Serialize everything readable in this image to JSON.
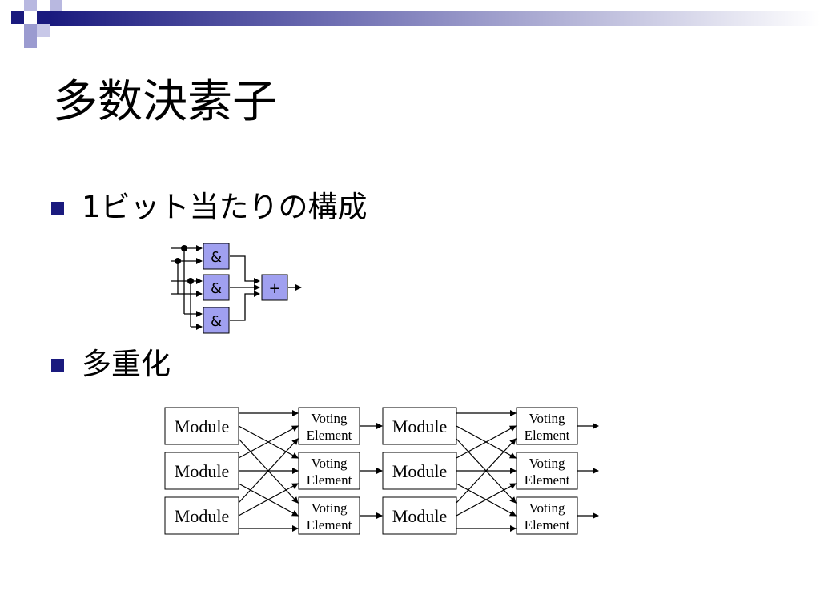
{
  "slide": {
    "title": "多数決素子",
    "bullets": [
      {
        "text": "1ビット当たりの構成"
      },
      {
        "text": "多重化"
      }
    ]
  },
  "colors": {
    "accent_navy": "#1a1a7e",
    "accent_lavender": "#9b9bd0",
    "gate_fill": "#a0a0f0",
    "line": "#000000"
  },
  "circuit": {
    "and_gates": [
      "&",
      "&",
      "&"
    ],
    "or_gate": "+"
  },
  "redundancy": {
    "module_label": "Module",
    "voter_line1": "Voting",
    "voter_line2": "Element",
    "stages": [
      {
        "modules": [
          "Module",
          "Module",
          "Module"
        ],
        "voters": [
          [
            "Voting",
            "Element"
          ],
          [
            "Voting",
            "Element"
          ],
          [
            "Voting",
            "Element"
          ]
        ]
      },
      {
        "modules": [
          "Module",
          "Module",
          "Module"
        ],
        "voters": [
          [
            "Voting",
            "Element"
          ],
          [
            "Voting",
            "Element"
          ],
          [
            "Voting",
            "Element"
          ]
        ]
      }
    ]
  }
}
